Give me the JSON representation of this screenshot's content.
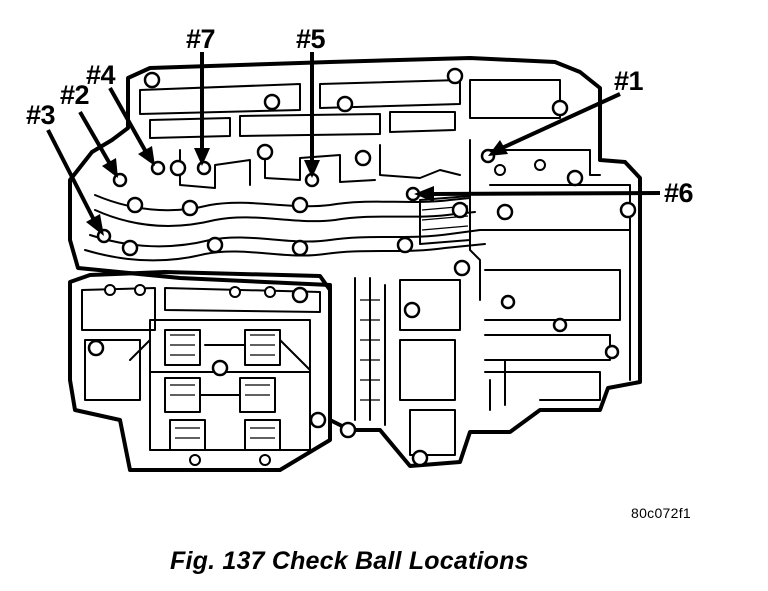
{
  "callouts": {
    "c7": "#7",
    "c5": "#5",
    "c4": "#4",
    "c2": "#2",
    "c3": "#3",
    "c1": "#1",
    "c6": "#6"
  },
  "figure_code": "80c072f1",
  "caption": "Fig. 137 Check Ball Locations"
}
